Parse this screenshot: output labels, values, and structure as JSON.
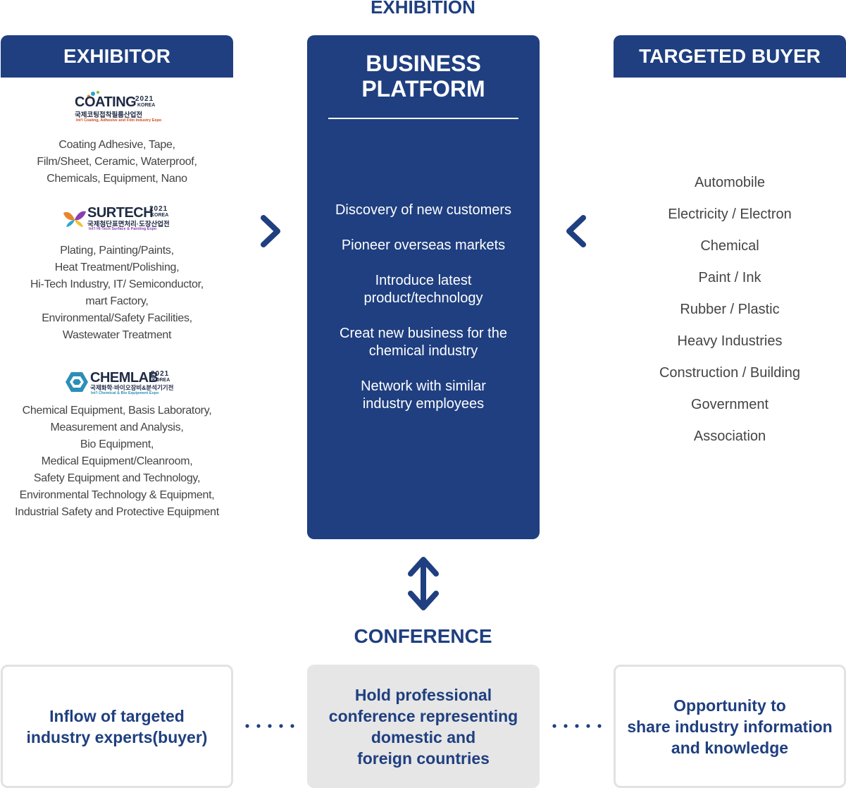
{
  "exhibition_title": "EXHIBITION",
  "exhibitor": {
    "header": "EXHIBITOR",
    "shows": [
      {
        "logo": {
          "name": "COATING",
          "year": "2021",
          "korea": "KOREA",
          "korean": "국제코팅접착필름산업전",
          "english": "Int'l Coating, Adhesive and Film Industry Expo"
        },
        "lines": [
          "Coating Adhesive, Tape,",
          "Film/Sheet, Ceramic, Waterproof,",
          "Chemicals, Equipment,  Nano"
        ]
      },
      {
        "logo": {
          "name": "SURTECH",
          "year": "2021",
          "korea": "KOREA",
          "korean": "국제첨단표면처리·도장산업전",
          "english": "Int'l Hi-Tech Surface & Painting Expo"
        },
        "lines": [
          "Plating, Painting/Paints,",
          "Heat Treatment/Polishing,",
          "Hi-Tech Industry, IT/ Semiconductor,",
          "mart Factory,",
          "Environmental/Safety Facilities,",
          "Wastewater Treatment"
        ]
      },
      {
        "logo": {
          "name": "CHEMLAB",
          "year": "2021",
          "korea": "KOREA",
          "korean": "국제화학·바이오장비&분석기기전",
          "english": "Int'l Chemical & Bio Equipment Expo"
        },
        "lines": [
          "Chemical Equipment, Basis Laboratory,",
          "Measurement and Analysis,",
          "Bio Equipment,",
          "Medical Equipment/Cleanroom,",
          "Safety Equipment and Technology,",
          "Environmental Technology & Equipment,",
          "Industrial Safety and Protective Equipment"
        ]
      }
    ]
  },
  "platform": {
    "title": "BUSINESS\nPLATFORM",
    "benefits": [
      "Discovery of new customers",
      "Pioneer overseas markets",
      "Introduce latest\nproduct/technology",
      "Creat new business for the\nchemical industry",
      "Network with similar\nindustry employees"
    ]
  },
  "buyer": {
    "header": "TARGETED BUYER",
    "items": [
      "Automobile",
      "Electricity / Electron",
      "Chemical",
      "Paint / Ink",
      "Rubber / Plastic",
      "Heavy Industries",
      "Construction / Building",
      "Government",
      "Association"
    ]
  },
  "conference": {
    "title": "CONFERENCE",
    "left": "Inflow of targeted\nindustry experts(buyer)",
    "center": "Hold professional\nconference  representing\ndomestic and\nforeign countries",
    "right": "Opportunity to\nshare industry information\nand knowledge"
  },
  "colors": {
    "primary": "#1f3f80",
    "box_gray": "#e6e6e6",
    "border_gray": "#e2e2e2"
  },
  "icons": [
    "chevron-right-icon",
    "chevron-left-icon",
    "updown-arrow-icon",
    "dots-icon"
  ]
}
